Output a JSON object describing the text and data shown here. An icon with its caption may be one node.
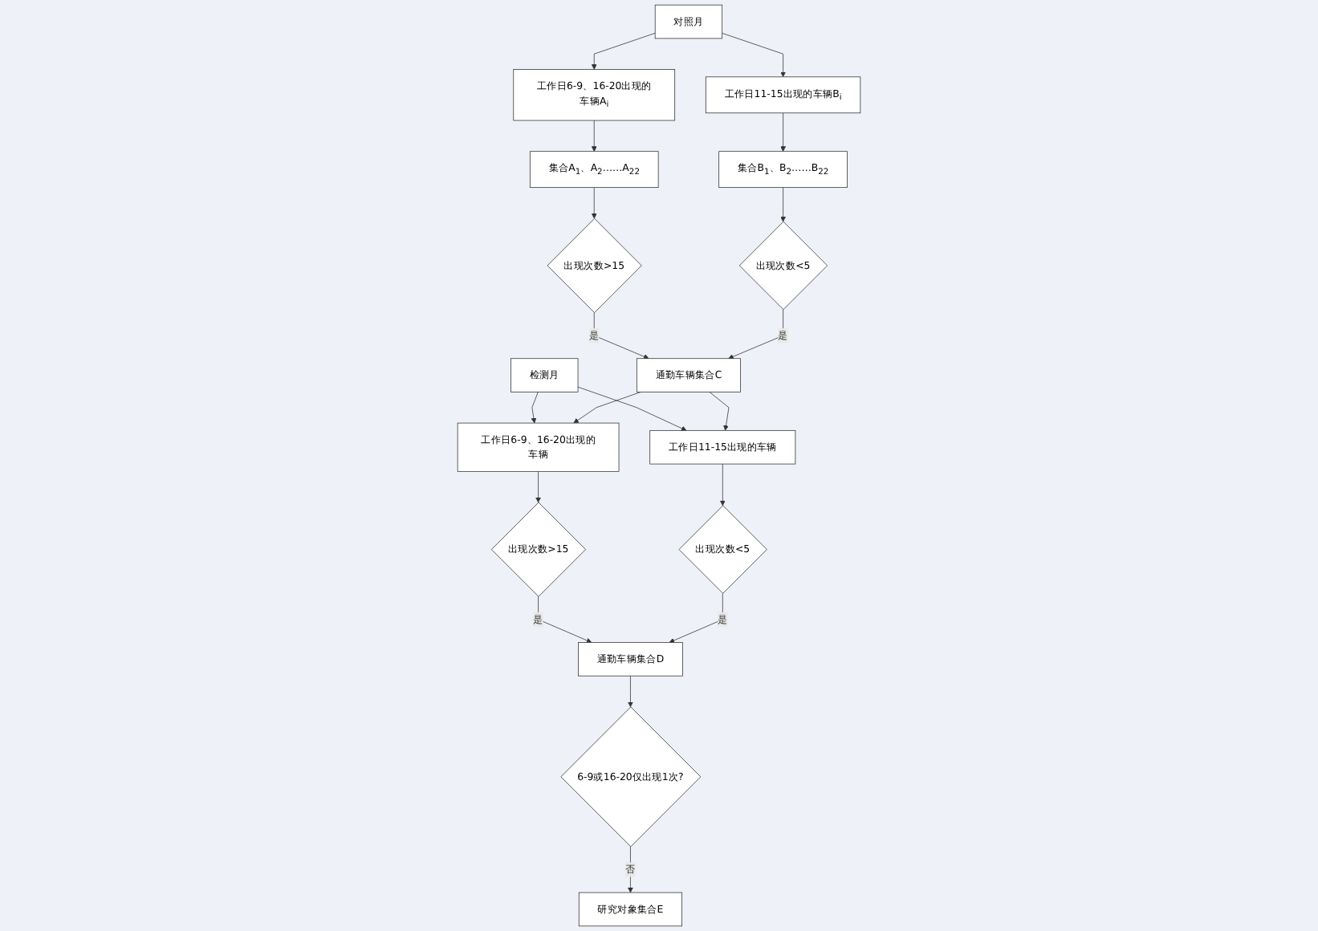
{
  "diagram": {
    "nodes": [
      {
        "text": [
          "对照月"
        ]
      },
      {
        "text": [
          "工作日6-9、16-20出现的车辆A$_{i}$"
        ]
      },
      {
        "text": [
          "工作日11-15出现的车辆B$_{i}$"
        ]
      },
      {
        "text": [
          "集合A$_{1}$、A$_{2}$……A$_{22}$"
        ]
      },
      {
        "text": [
          "集合B$_{1}$、B$_{2}$……B$_{22}$"
        ]
      },
      {
        "text": [
          "出现次数>15"
        ]
      },
      {
        "text": [
          "出现次数<5"
        ]
      },
      {
        "text": [
          "通勤车辆集合C"
        ]
      },
      {
        "text": [
          "检测月"
        ]
      },
      {
        "text": [
          "工作日6-9、16-20出现的车辆"
        ]
      },
      {
        "text": [
          "工作日11-15出现的车辆"
        ]
      },
      {
        "text": [
          "出现次数>15"
        ]
      },
      {
        "text": [
          "出现次数<5"
        ]
      },
      {
        "text": [
          "通勤车辆集合D"
        ]
      },
      {
        "text": [
          "6-9或16-20仅出现1次?"
        ]
      },
      {
        "text": [
          "研究对象集合E"
        ]
      }
    ],
    "edges": [
      {
        "from": 0,
        "to": 1,
        "arrow": "to"
      },
      {
        "from": 0,
        "to": 2,
        "arrow": "to"
      },
      {
        "from": 1,
        "to": 3,
        "arrow": "to"
      },
      {
        "from": 2,
        "to": 4,
        "arrow": "to"
      },
      {
        "from": 3,
        "to": 5,
        "arrow": "to"
      },
      {
        "from": 4,
        "to": 6,
        "arrow": "to"
      },
      {
        "from": 5,
        "to": 7,
        "arrow": "to",
        "label": "是"
      },
      {
        "from": 6,
        "to": 7,
        "arrow": "to",
        "label": "是"
      },
      {
        "from": 8,
        "to": 9,
        "arrow": "to"
      },
      {
        "from": 8,
        "to": 10,
        "arrow": "to"
      },
      {
        "from": 7,
        "to": 9,
        "arrow": "to"
      },
      {
        "from": 7,
        "to": 10,
        "arrow": "to"
      },
      {
        "from": 9,
        "to": 11,
        "arrow": "to"
      },
      {
        "from": 10,
        "to": 12,
        "arrow": "to"
      },
      {
        "from": 11,
        "to": 13,
        "arrow": "to",
        "label": "是"
      },
      {
        "from": 12,
        "to": 13,
        "arrow": "to",
        "label": "是"
      },
      {
        "from": 13,
        "to": 14,
        "arrow": "to"
      },
      {
        "from": 14,
        "to": 15,
        "arrow": "to",
        "label": "否"
      }
    ]
  }
}
